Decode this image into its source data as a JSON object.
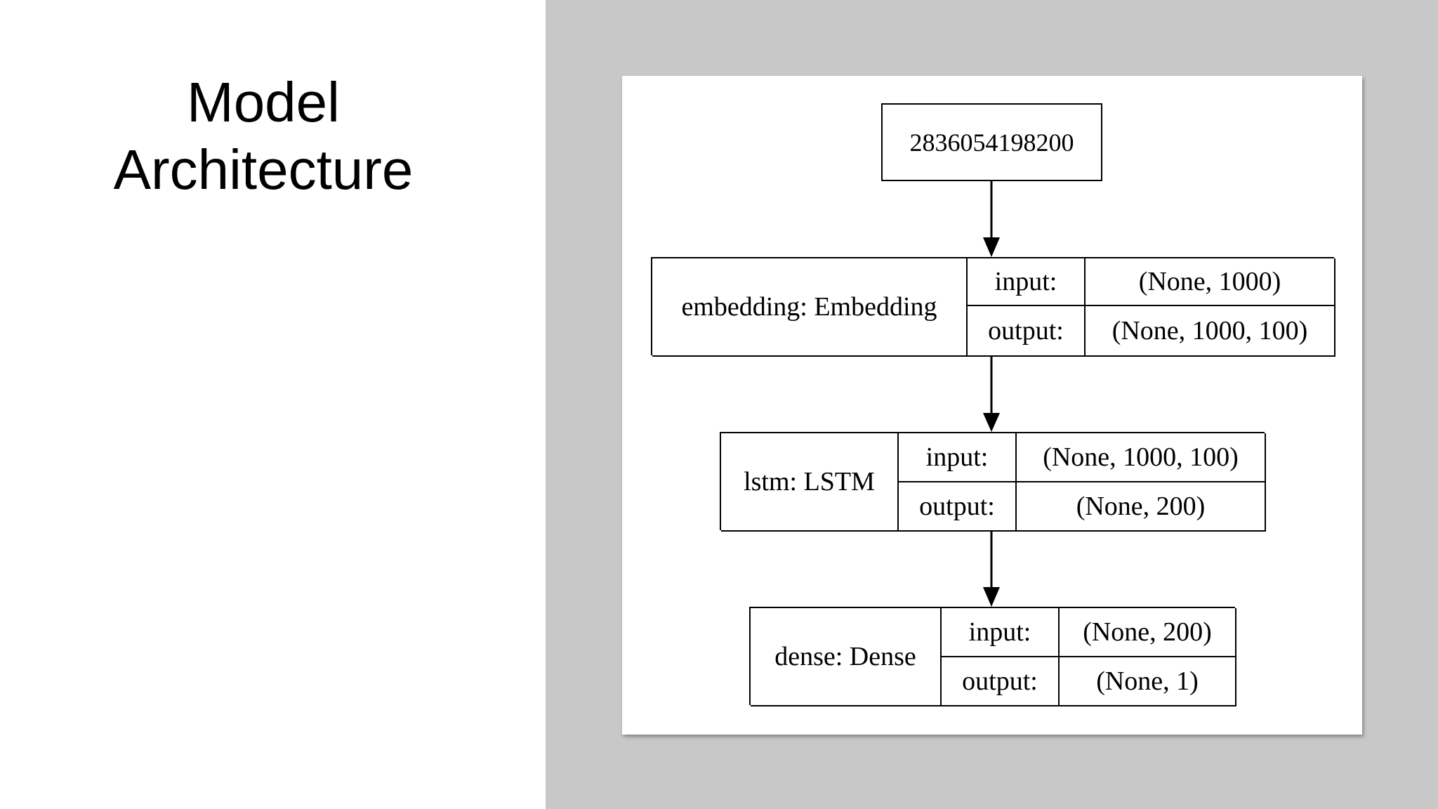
{
  "slide": {
    "title_line1": "Model",
    "title_line2": "Architecture"
  },
  "diagram": {
    "input_node": {
      "label": "2836054198200"
    },
    "layers": [
      {
        "name": "embedding: Embedding",
        "input_key": "input:",
        "input_value": "(None, 1000)",
        "output_key": "output:",
        "output_value": "(None, 1000, 100)"
      },
      {
        "name": "lstm: LSTM",
        "input_key": "input:",
        "input_value": "(None, 1000, 100)",
        "output_key": "output:",
        "output_value": "(None, 200)"
      },
      {
        "name": "dense: Dense",
        "input_key": "input:",
        "input_value": "(None, 200)",
        "output_key": "output:",
        "output_value": "(None, 1)"
      }
    ]
  }
}
